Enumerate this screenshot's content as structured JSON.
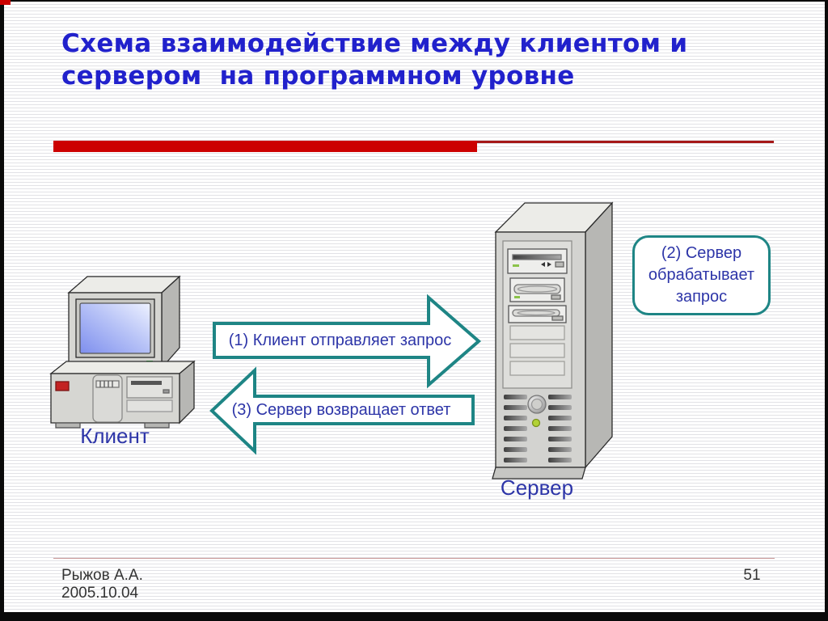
{
  "slide": {
    "title": {
      "line1": "Схема взаимодействие между клиентом и",
      "line2": "сервером  на программном уровне"
    },
    "footer": {
      "author": "Рыжов А.А.",
      "date": "2005.10.04",
      "page_number": "51"
    }
  },
  "diagram": {
    "client": {
      "label": "Клиент",
      "icon": "desktop-computer-icon"
    },
    "server": {
      "label": "Сервер",
      "icon": "tower-server-icon"
    },
    "arrows": {
      "request": "(1) Клиент отправляет запрос",
      "response": "(3) Сервер возвращает ответ"
    },
    "callout": "(2) Сервер обрабатывает запрос"
  },
  "colors": {
    "title_blue": "#2121cc",
    "text_blue": "#2d35a8",
    "teal_outline": "#1e8585",
    "accent_red": "#cc0000",
    "footer_text": "#333333"
  }
}
